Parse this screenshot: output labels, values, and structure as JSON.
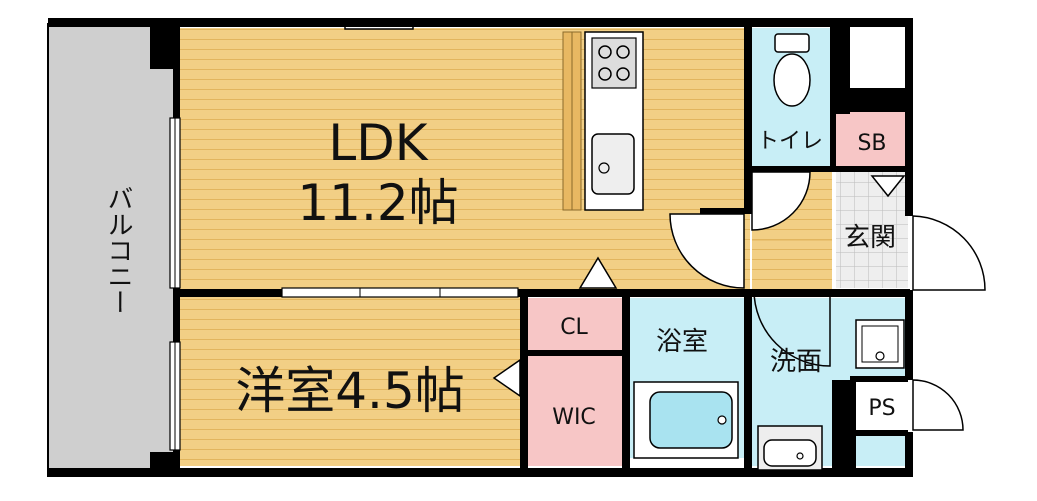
{
  "colors": {
    "wood": "#f2cf85",
    "wood_line": "#e2b55e",
    "bath": "#c8eef6",
    "pink": "#f7c6c6",
    "balcony": "#cfcfcf",
    "tile": "#eeeeee",
    "wall": "#000000"
  },
  "rooms": {
    "ldk_name": "LDK",
    "ldk_size": "11.2帖",
    "western_name": "洋室4.5帖",
    "balcony": "バルコニー",
    "toilet": "トイレ",
    "sb": "SB",
    "entrance": "玄関",
    "cl": "CL",
    "bathroom": "浴室",
    "washroom": "洗面",
    "wic": "WIC",
    "ps": "PS"
  },
  "fixtures": [
    "stove-icon",
    "kitchen-sink-icon",
    "toilet-icon",
    "bathtub-icon",
    "washbasin-icon",
    "washing-pan-icon"
  ]
}
